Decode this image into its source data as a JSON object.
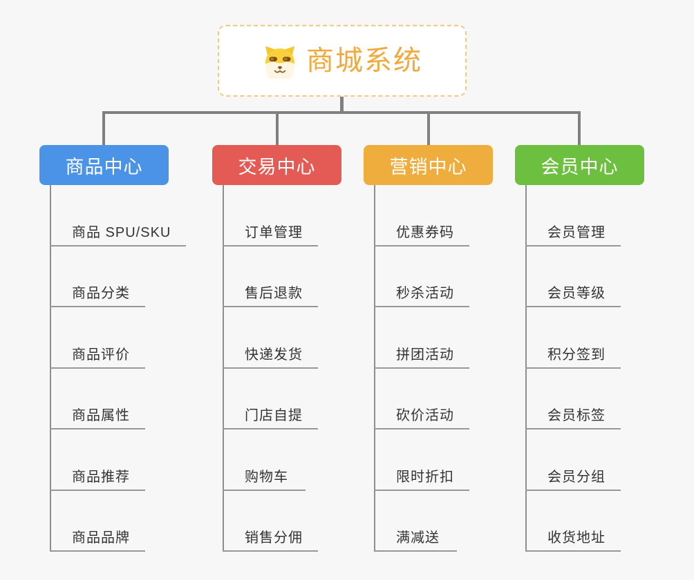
{
  "page": {
    "background": "#f7f7f7",
    "connector_color": "#808080",
    "underline_color": "#979797",
    "item_text_color": "#333333"
  },
  "root": {
    "title": "商城系统",
    "icon": "dog-face-icon",
    "text_color": "#f2a93c",
    "border_color": "#f3c97d",
    "background": "#ffffff"
  },
  "branches": [
    {
      "label": "商品中心",
      "color": "#4b93e6",
      "items": [
        "商品 SPU/SKU",
        "商品分类",
        "商品评价",
        "商品属性",
        "商品推荐",
        "商品品牌"
      ]
    },
    {
      "label": "交易中心",
      "color": "#e45a55",
      "items": [
        "订单管理",
        "售后退款",
        "快递发货",
        "门店自提",
        "购物车",
        "销售分佣"
      ]
    },
    {
      "label": "营销中心",
      "color": "#efad3e",
      "items": [
        "优惠券码",
        "秒杀活动",
        "拼团活动",
        "砍价活动",
        "限时折扣",
        "满减送"
      ]
    },
    {
      "label": "会员中心",
      "color": "#6cbf3f",
      "items": [
        "会员管理",
        "会员等级",
        "积分签到",
        "会员标签",
        "会员分组",
        "收货地址"
      ]
    }
  ]
}
